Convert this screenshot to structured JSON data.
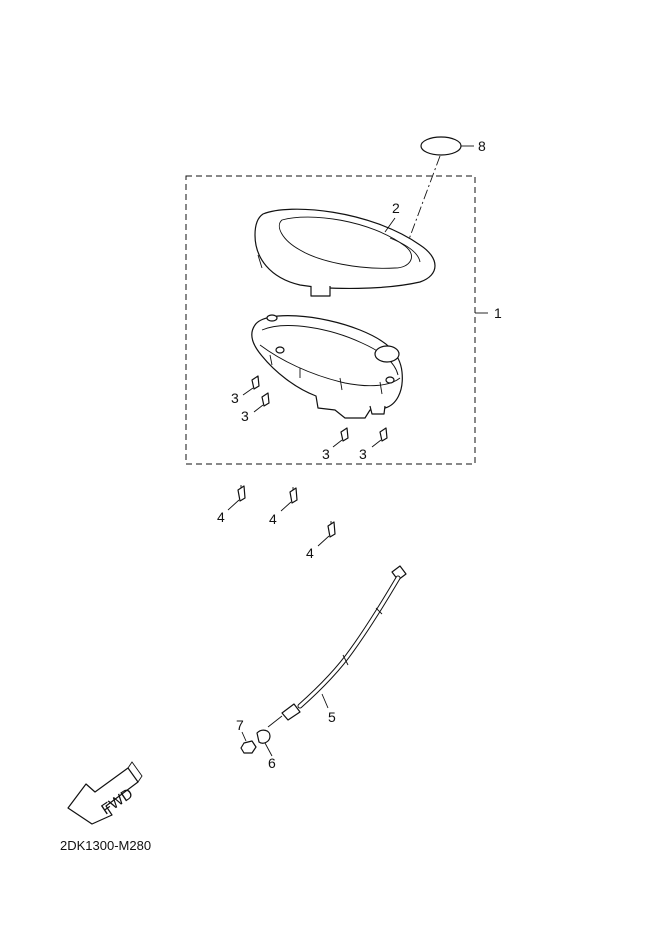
{
  "callouts": {
    "c1": "1",
    "c2": "2",
    "c3a": "3",
    "c3b": "3",
    "c3c": "3",
    "c3d": "3",
    "c4a": "4",
    "c4b": "4",
    "c4c": "4",
    "c5": "5",
    "c6": "6",
    "c7": "7",
    "c8": "8"
  },
  "direction_arrow_label": "FWD",
  "diagram_code": "2DK1300-M280"
}
